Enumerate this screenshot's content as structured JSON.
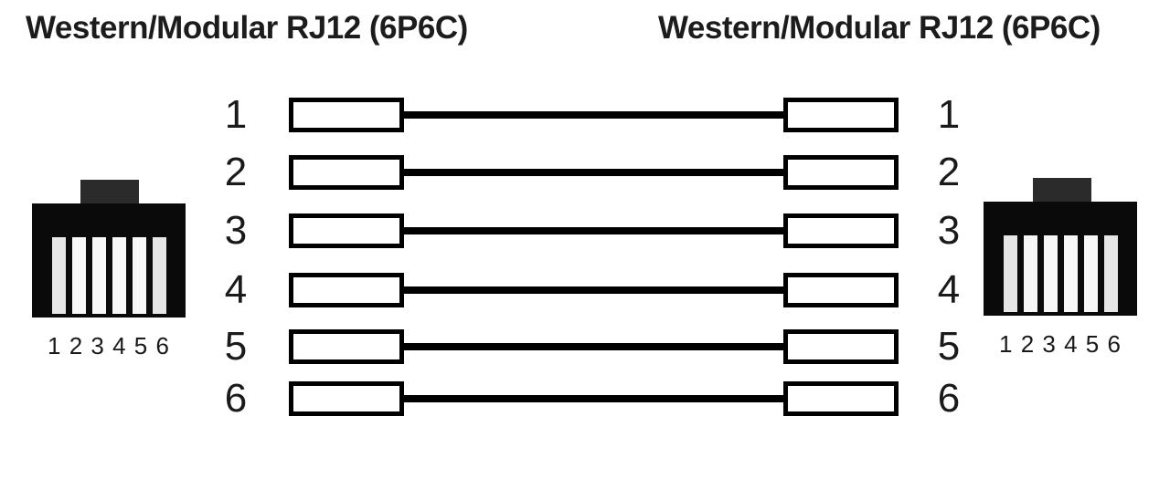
{
  "diagram": {
    "type": "straight-through cable pinout",
    "left_title": "Western/Modular RJ12 (6P6C)",
    "right_title": "Western/Modular RJ12 (6P6C)"
  },
  "connectors": {
    "left": {
      "label": "Western/Modular RJ12 (6P6C)",
      "pin_count": 6,
      "pin_labels": "1 2 3 4 5 6"
    },
    "right": {
      "label": "Western/Modular RJ12 (6P6C)",
      "pin_count": 6,
      "pin_labels": "1 2 3 4 5 6"
    }
  },
  "wiring": {
    "rows": [
      {
        "left_pin": "1",
        "right_pin": "1"
      },
      {
        "left_pin": "2",
        "right_pin": "2"
      },
      {
        "left_pin": "3",
        "right_pin": "3"
      },
      {
        "left_pin": "4",
        "right_pin": "4"
      },
      {
        "left_pin": "5",
        "right_pin": "5"
      },
      {
        "left_pin": "6",
        "right_pin": "6"
      }
    ]
  },
  "colors": {
    "background": "#ffffff",
    "wire": "#000000",
    "box_border": "#000000",
    "connector_body": "#0a0a0a",
    "connector_tab": "#2b2b2b",
    "pin_slot": "#f7f7f7",
    "text": "#1a1a1a"
  }
}
